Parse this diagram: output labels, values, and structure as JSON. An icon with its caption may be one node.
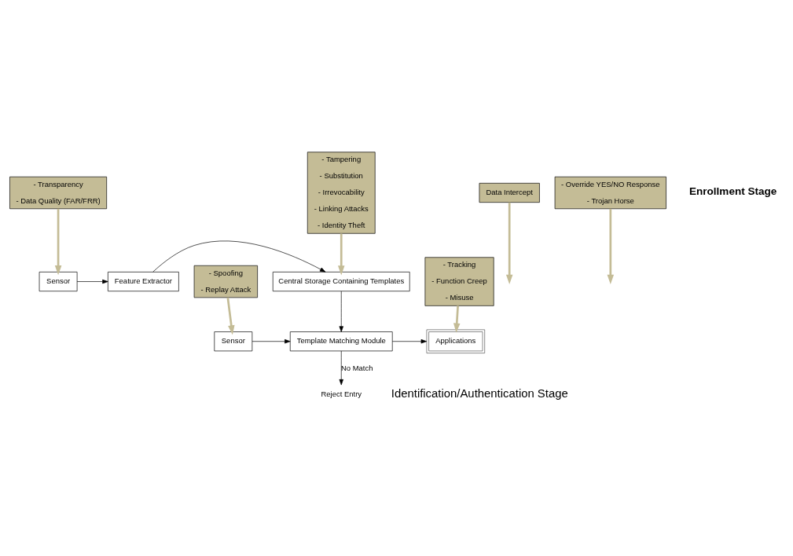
{
  "diagram": {
    "nodes": [
      {
        "text": [
          "Sensor"
        ]
      },
      {
        "text": [
          "Feature Extractor"
        ]
      },
      {
        "text": [
          "Central Storage Containing Templates"
        ]
      },
      {
        "text": [
          "- Transparency",
          "- Data Quality (FAR/FRR)"
        ]
      },
      {
        "text": [
          "Data Intercept"
        ]
      },
      {
        "text": [
          "- Tampering",
          "- Substitution",
          "- Irrevocability",
          "- Linking Attacks",
          "- Identity Theft"
        ]
      },
      {
        "text": [
          "Sensor"
        ]
      },
      {
        "text": [
          "Template Matching Module"
        ]
      },
      {
        "text": [
          "Reject Entry"
        ]
      },
      {
        "text": [
          "Applications"
        ]
      },
      {
        "text": [
          "- Spoofing",
          "- Replay Attack"
        ]
      },
      {
        "text": [
          "- Override YES/NO Response",
          "- Trojan Horse"
        ]
      },
      {
        "text": [
          "- Tracking",
          "- Function Creep",
          "- Misuse"
        ]
      }
    ],
    "edges": [
      {
        "from": 0,
        "to": 1,
        "arrow": "to"
      },
      {
        "from": 1,
        "to": 2,
        "arrow": "to"
      },
      {
        "from": 2,
        "to": 7,
        "arrow": "to"
      },
      {
        "from": 3,
        "to": 0,
        "arrow": "to",
        "style": "thick",
        "color": "#c4bc96"
      },
      {
        "from": 4,
        "to": null,
        "arrow": "to",
        "style": "thick",
        "color": "#c4bc96"
      },
      {
        "from": 5,
        "to": 2,
        "arrow": "to",
        "style": "thick",
        "color": "#c4bc96"
      },
      {
        "from": 6,
        "to": 7,
        "arrow": "to"
      },
      {
        "from": 7,
        "to": 8,
        "arrow": "to",
        "label": "No Match"
      },
      {
        "from": 7,
        "to": 9,
        "arrow": "to"
      },
      {
        "from": 10,
        "to": 6,
        "arrow": "to",
        "style": "thick",
        "color": "#c4bc96"
      },
      {
        "from": 11,
        "to": null,
        "arrow": "to",
        "style": "thick",
        "color": "#c4bc96"
      },
      {
        "from": 12,
        "to": 9,
        "arrow": "to",
        "style": "thick",
        "color": "#c4bc96"
      }
    ],
    "labels": [
      "Enrollment Stage",
      "Identification/Authentication Stage"
    ]
  }
}
